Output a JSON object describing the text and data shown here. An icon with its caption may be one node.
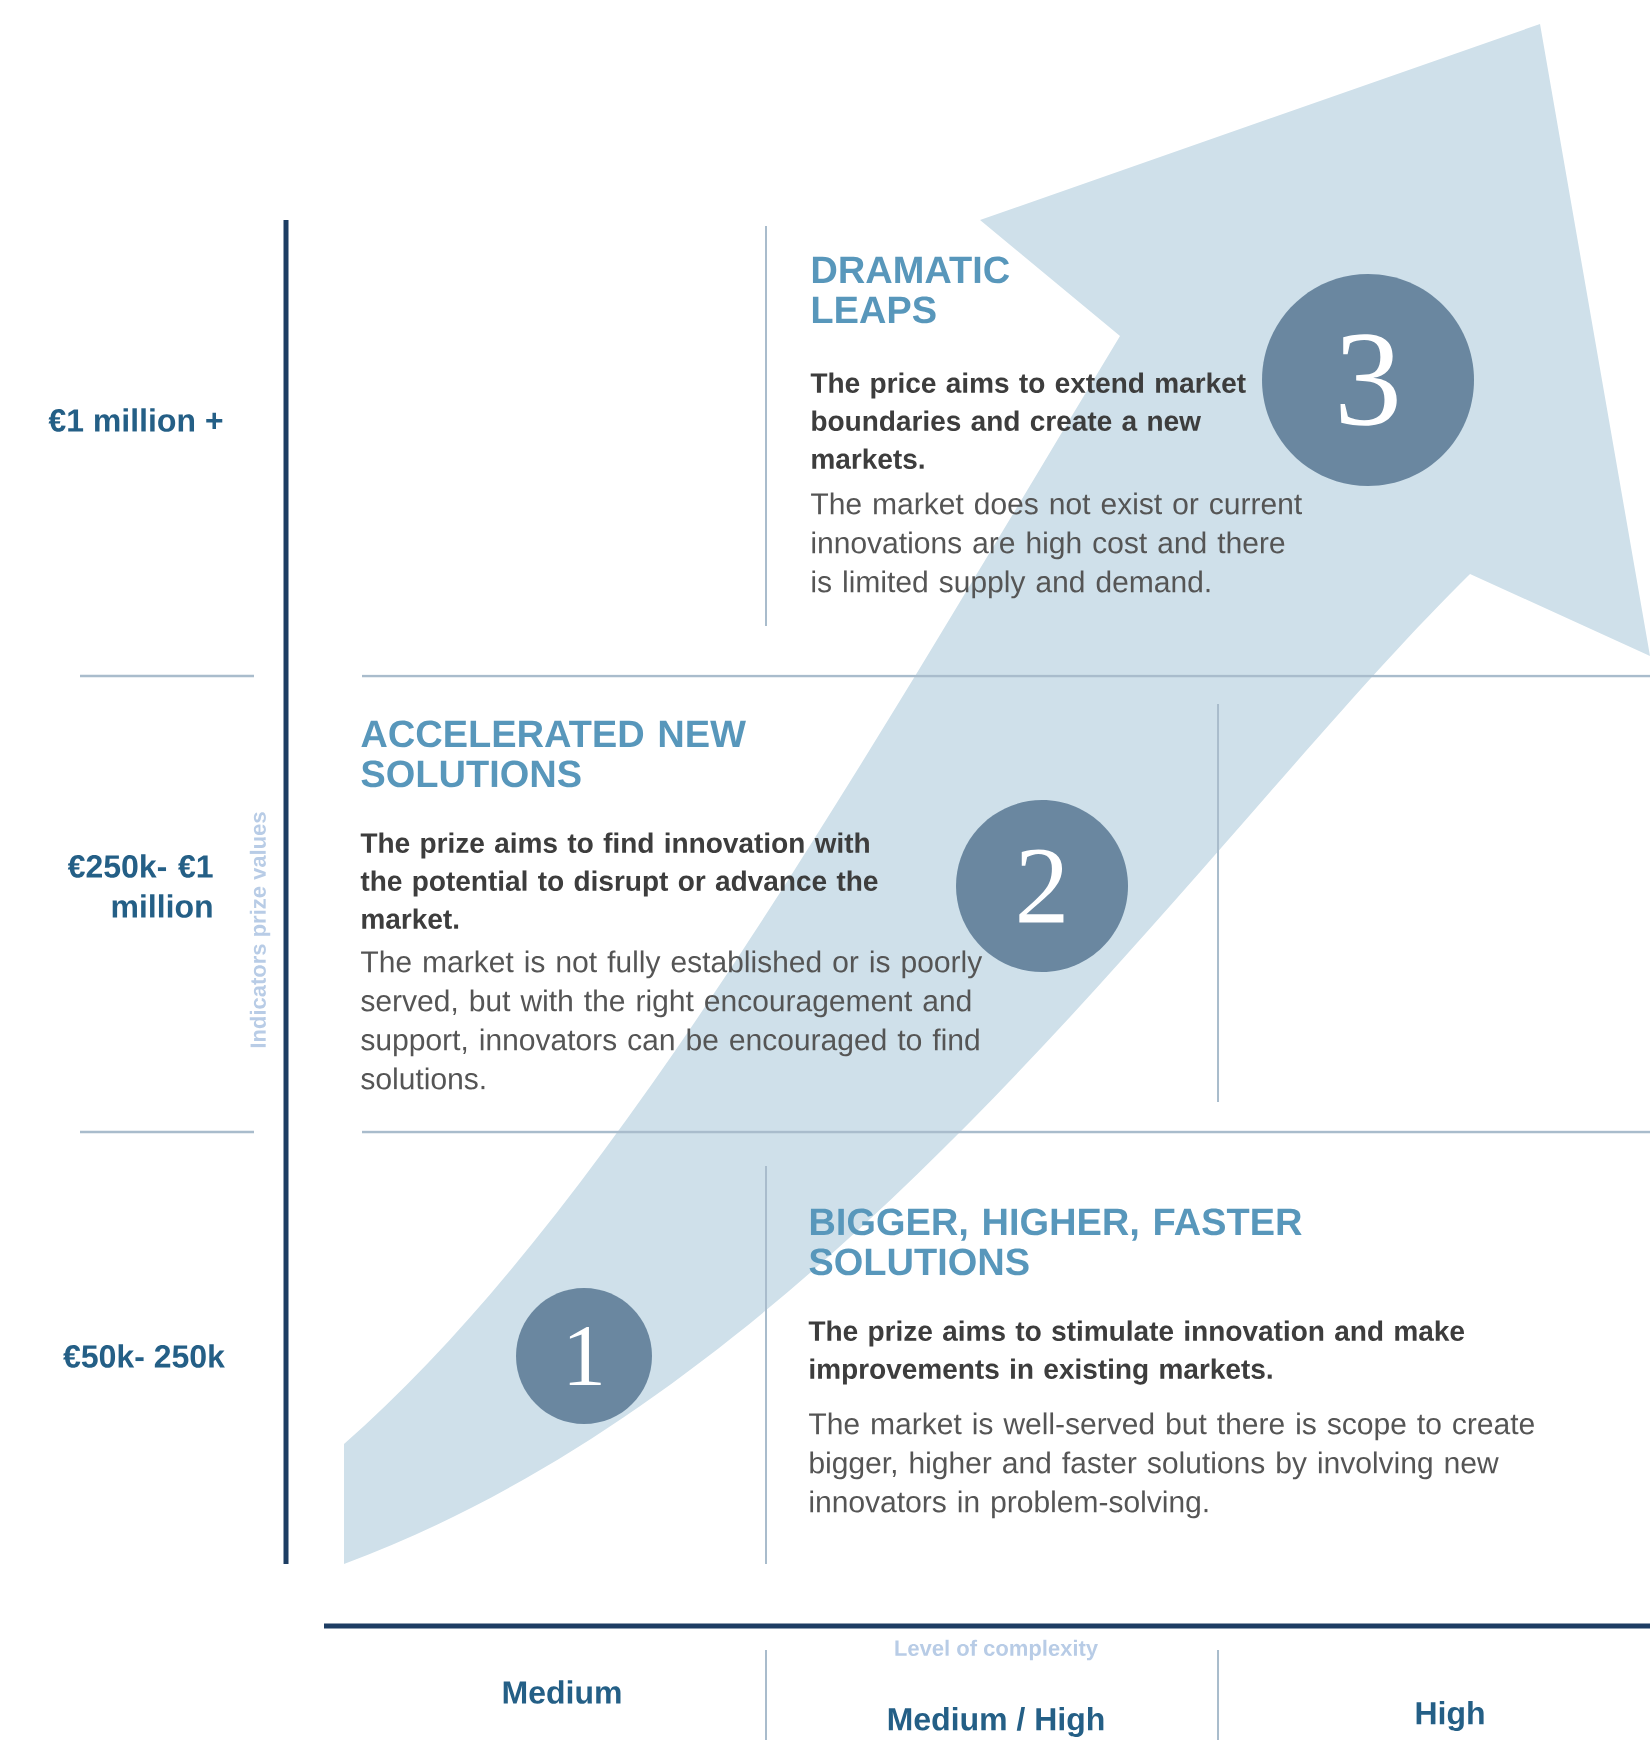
{
  "diagram": {
    "nodes": [
      {
        "text": [
          "1"
        ]
      },
      {
        "text": [
          "2"
        ]
      },
      {
        "text": [
          "3"
        ]
      }
    ],
    "labels": [
      "DRAMATIC LEAPS",
      "The price aims to extend market boundaries and create a new markets.",
      "The market does not exist or current innovations are high cost and there is  limited supply and demand.",
      "€1 million +",
      "ACCELERATED NEW SOLUTIONS",
      "The prize aims to find innovation with the potential to disrupt or advance the market.",
      "The market is not fully established or is poorly served, but with the right encouragement and support, innovators can be encouraged to find solutions.",
      "€250k- €1 million",
      "Indicators prize values",
      "BIGGER, HIGHER, FASTER SOLUTIONS",
      "The prize aims to stimulate innovation and make improvements in existing markets.",
      "The market is well-served but there is scope to create bigger, higher and faster solutions by involving new innovators in problem-solving.",
      "€50k- 250k",
      "Level of complexity",
      "Medium",
      "Medium / High",
      "High"
    ]
  }
}
